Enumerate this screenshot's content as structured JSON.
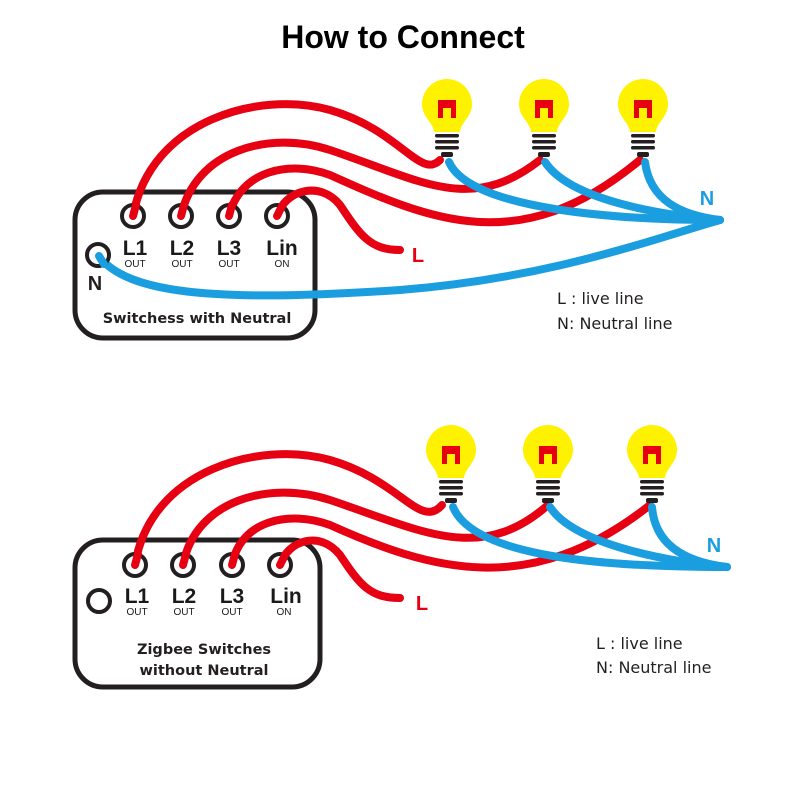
{
  "title": "How to Connect",
  "colors": {
    "live": "#e60012",
    "neutral": "#1a9ee0",
    "bulb": "#fff200",
    "outline": "#231f20"
  },
  "diagrams": [
    {
      "box_label_lines": [
        "Switchess with Neutral"
      ],
      "has_neutral_terminal": true,
      "neutral_terminal_label": "N",
      "terminals": [
        {
          "label": "L1",
          "sub": "OUT"
        },
        {
          "label": "L2",
          "sub": "OUT"
        },
        {
          "label": "L3",
          "sub": "OUT"
        },
        {
          "label": "Lin",
          "sub": "ON"
        }
      ],
      "live_input_label": "L",
      "neutral_bus_label": "N",
      "bulb_count": 3,
      "legend": [
        "L : live  line",
        "N: Neutral line"
      ]
    },
    {
      "box_label_lines": [
        "Zigbee Switches",
        "without Neutral"
      ],
      "has_neutral_terminal": false,
      "terminals": [
        {
          "label": "L1",
          "sub": "OUT"
        },
        {
          "label": "L2",
          "sub": "OUT"
        },
        {
          "label": "L3",
          "sub": "OUT"
        },
        {
          "label": "Lin",
          "sub": "ON"
        }
      ],
      "live_input_label": "L",
      "neutral_bus_label": "N",
      "bulb_count": 3,
      "legend": [
        "L : live  line",
        "N: Neutral line"
      ]
    }
  ]
}
